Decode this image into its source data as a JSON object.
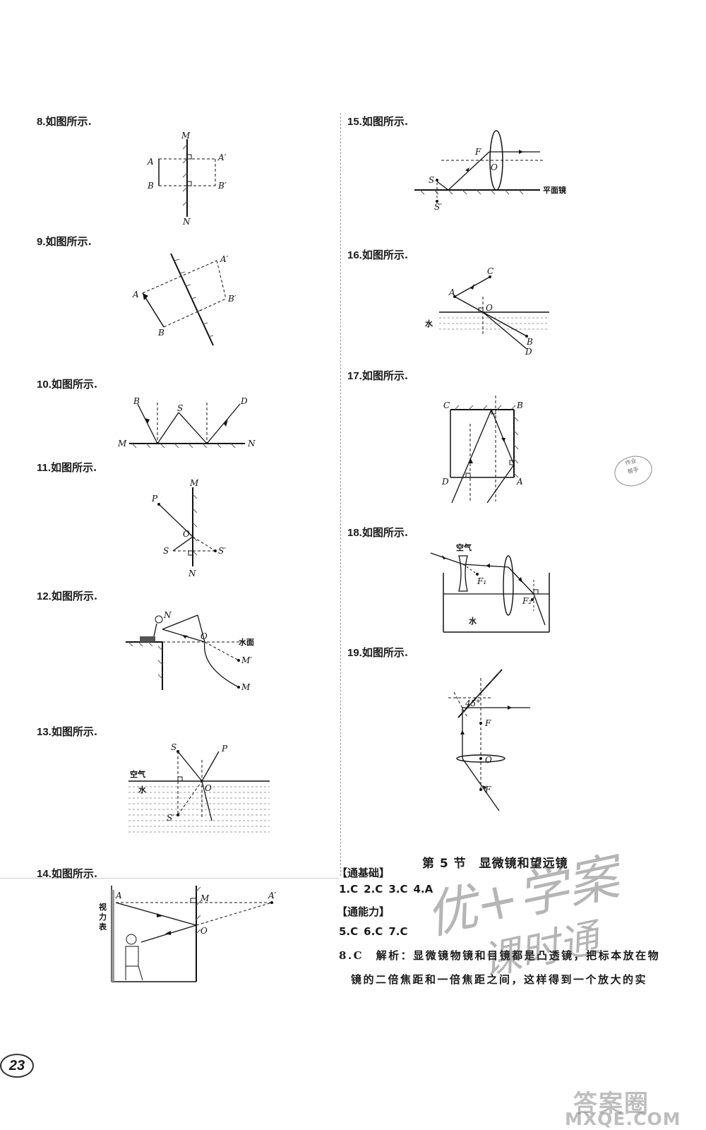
{
  "questions": [
    {
      "num": "8.",
      "text": "如图所示."
    },
    {
      "num": "9.",
      "text": "如图所示."
    },
    {
      "num": "10.",
      "text": "如图所示."
    },
    {
      "num": "11.",
      "text": "如图所示."
    },
    {
      "num": "12.",
      "text": "如图所示."
    },
    {
      "num": "13.",
      "text": "如图所示."
    },
    {
      "num": "14.",
      "text": "如图所示."
    },
    {
      "num": "15.",
      "text": "如图所示."
    },
    {
      "num": "16.",
      "text": "如图所示."
    },
    {
      "num": "17.",
      "text": "如图所示."
    },
    {
      "num": "18.",
      "text": "如图所示."
    },
    {
      "num": "19.",
      "text": "如图所示."
    }
  ],
  "figure_labels": {
    "fig8": [
      "M",
      "A",
      "A′",
      "B",
      "B′",
      "N"
    ],
    "fig9": [
      "A′",
      "A",
      "B′",
      "B"
    ],
    "fig10": [
      "B",
      "S",
      "D",
      "M",
      "N"
    ],
    "fig11": [
      "M",
      "P",
      "O",
      "S",
      "S′",
      "N"
    ],
    "fig12": [
      "N",
      "O",
      "水面",
      "M′",
      "M"
    ],
    "fig13": [
      "S",
      "P",
      "空气",
      "水",
      "O",
      "S′"
    ],
    "fig14": [
      "视",
      "力",
      "表",
      "A",
      "M",
      "A′",
      "O"
    ],
    "fig15": [
      "F",
      "O",
      "S",
      "S′",
      "平面镜"
    ],
    "fig16": [
      "C",
      "A",
      "O",
      "水",
      "B",
      "D"
    ],
    "fig17": [
      "C",
      "B",
      "D",
      "A"
    ],
    "fig18": [
      "空气",
      "F₁",
      "F₂",
      "水"
    ],
    "fig19": [
      "45°",
      "F",
      "O",
      "F"
    ]
  },
  "section": {
    "title": "第 5 节　显微镜和望远镜",
    "basic_heading": "【通基础】",
    "basic_answers": [
      "1.C",
      "2.C",
      "3.C",
      "4.A"
    ],
    "ability_heading": "【通能力】",
    "ability_answers": [
      "5.C",
      "6.C",
      "7.C"
    ],
    "q8_line1": "8.C　解析：显微镜物镜和目镜都是凸透镜，把标本放在物",
    "q8_line2": "镜的二倍焦距和一倍焦距之间，这样得到一个放大的实"
  },
  "page_number": "23",
  "watermarks": {
    "brand_line1": "优+学案",
    "brand_line2": "课时通",
    "site_line1": "答案圈",
    "site_line2": "MXQE.COM",
    "stamp_line1": "作业",
    "stamp_line2": "帮手"
  }
}
